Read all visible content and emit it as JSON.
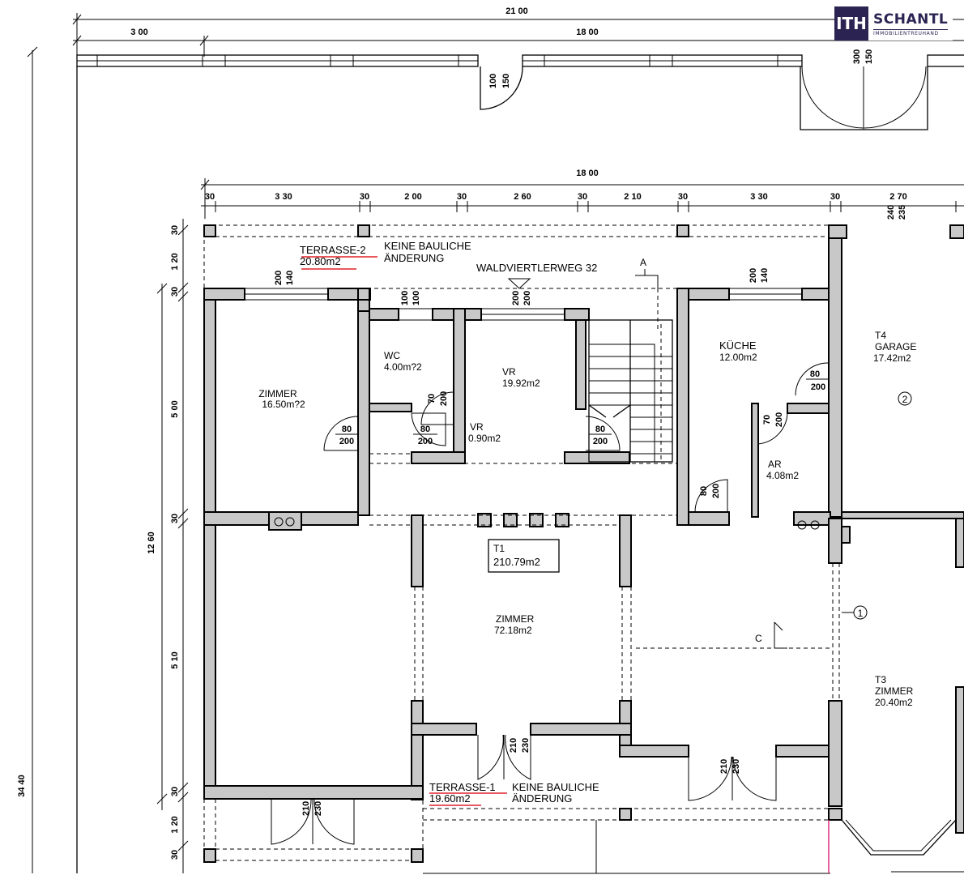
{
  "logo": {
    "mark": "ITH",
    "name": "SCHANTL",
    "sub": "IMMOBILIENTREUHAND"
  },
  "address": "WALDVIERTLERWEG 32",
  "section_markers": {
    "a": "A",
    "c": "C"
  },
  "terraces": {
    "t2": {
      "name": "TERRASSE-2",
      "area": "20.80m2",
      "note1": "KEINE BAULICHE",
      "note2": "ÄNDERUNG"
    },
    "t1": {
      "name": "TERRASSE-1",
      "area": "19.60m2",
      "note1": "KEINE BAULICHE",
      "note2": "ÄNDERUNG"
    }
  },
  "rooms": {
    "zimmer_nw": {
      "name": "ZIMMER",
      "area": "16.50m?2"
    },
    "wc": {
      "name": "WC",
      "area": "4.00m?2"
    },
    "vr1": {
      "name": "VR",
      "area": "19.92m2"
    },
    "vr2": {
      "name": "VR",
      "area": "0.90m2"
    },
    "kueche": {
      "name": "KÜCHE",
      "area": "12.00m2"
    },
    "ar": {
      "name": "AR",
      "area": "4.08m2"
    },
    "garage": {
      "id": "T4",
      "name": "GARAGE",
      "area": "17.42m2"
    },
    "unit": {
      "id": "T1",
      "area": "210.79m2"
    },
    "zimmer_main": {
      "name": "ZIMMER",
      "area": "72.18m2"
    },
    "t3": {
      "id": "T3",
      "name": "ZIMMER",
      "area": "20.40m2"
    }
  },
  "circle_markers": {
    "one": "1",
    "two": "2"
  },
  "dimensions": {
    "top_total": "21 00",
    "top_left": "3 00",
    "top_right": "18 00",
    "mid_total": "18 00",
    "row": [
      "30",
      "3 30",
      "30",
      "2 00",
      "30",
      "2 60",
      "30",
      "2 10",
      "30",
      "3 30",
      "30",
      "2 70"
    ],
    "left_outer": "34 40",
    "left_total": "12 60",
    "left_parts": [
      "30",
      "1 20",
      "30",
      "5 00",
      "30",
      "5 10",
      "30",
      "1 20",
      "30"
    ]
  },
  "door_labels": {
    "d_top_150": [
      "100",
      "150"
    ],
    "d_top_300": [
      "300",
      "150"
    ],
    "d_t2_a": [
      "200",
      "140"
    ],
    "d_wc_top": [
      "100",
      "100"
    ],
    "d_entry": [
      "200",
      "200"
    ],
    "d_kueche_top": [
      "200",
      "140"
    ],
    "d_garage_top": [
      "240",
      "235"
    ],
    "d_zimmer": [
      "80",
      "200"
    ],
    "d_wc_side": [
      "70",
      "200"
    ],
    "d_wc_low": [
      "80",
      "200"
    ],
    "d_stair": [
      "80",
      "200"
    ],
    "d_kueche_side": [
      "80",
      "200"
    ],
    "d_ar": [
      "70",
      "200"
    ],
    "d_ar_low": [
      "80",
      "200"
    ],
    "d_bot_a": [
      "210",
      "230"
    ],
    "d_bot_b": [
      "210",
      "230"
    ],
    "d_bot_c": [
      "210",
      "230"
    ]
  }
}
